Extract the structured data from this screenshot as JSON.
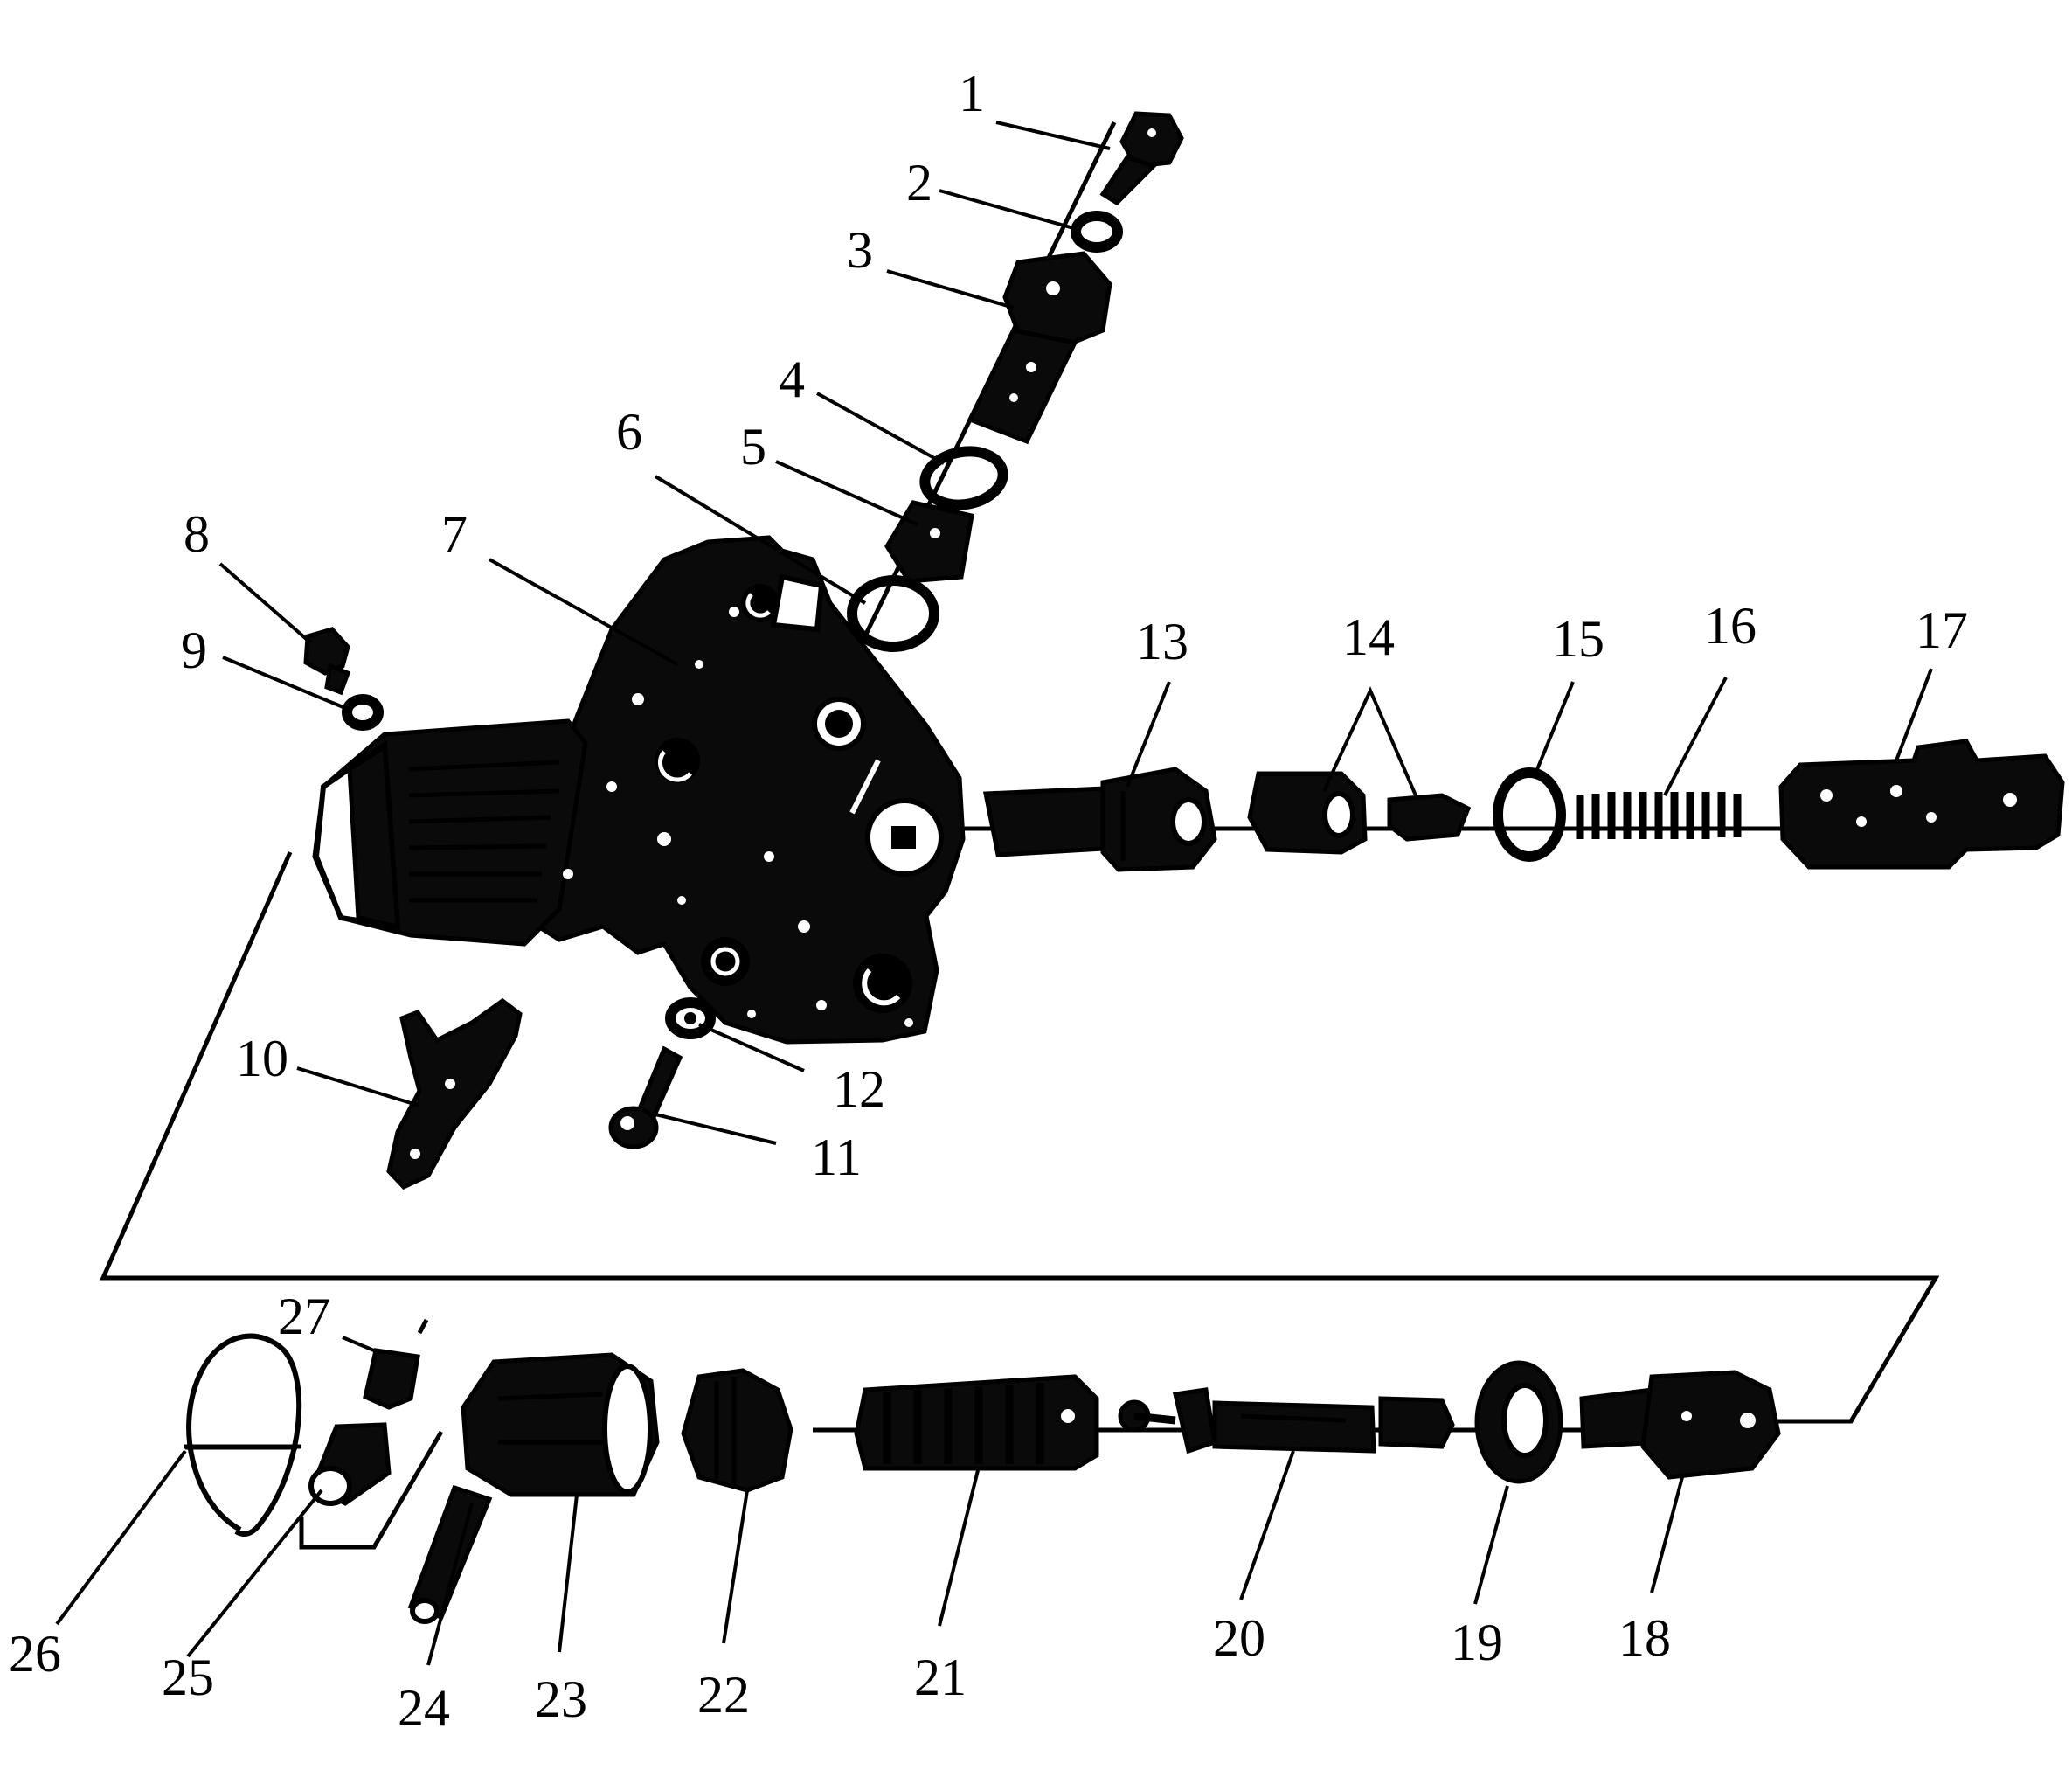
{
  "figure": {
    "callouts": [
      {
        "id": "1",
        "text": "1"
      },
      {
        "id": "2",
        "text": "2"
      },
      {
        "id": "3",
        "text": "3"
      },
      {
        "id": "4",
        "text": "4"
      },
      {
        "id": "5",
        "text": "5"
      },
      {
        "id": "6",
        "text": "6"
      },
      {
        "id": "7",
        "text": "7"
      },
      {
        "id": "8",
        "text": "8"
      },
      {
        "id": "9",
        "text": "9"
      },
      {
        "id": "10",
        "text": "10"
      },
      {
        "id": "11",
        "text": "11"
      },
      {
        "id": "12",
        "text": "12"
      },
      {
        "id": "13",
        "text": "13"
      },
      {
        "id": "14",
        "text": "14"
      },
      {
        "id": "15",
        "text": "15"
      },
      {
        "id": "16",
        "text": "16"
      },
      {
        "id": "17",
        "text": "17"
      },
      {
        "id": "18",
        "text": "18"
      },
      {
        "id": "19",
        "text": "19"
      },
      {
        "id": "20",
        "text": "20"
      },
      {
        "id": "21",
        "text": "21"
      },
      {
        "id": "22",
        "text": "22"
      },
      {
        "id": "23",
        "text": "23"
      },
      {
        "id": "24",
        "text": "24"
      },
      {
        "id": "25",
        "text": "25"
      },
      {
        "id": "26",
        "text": "26"
      },
      {
        "id": "27",
        "text": "27"
      }
    ],
    "colors": {
      "ink": "#000000",
      "paper": "#ffffff"
    }
  }
}
